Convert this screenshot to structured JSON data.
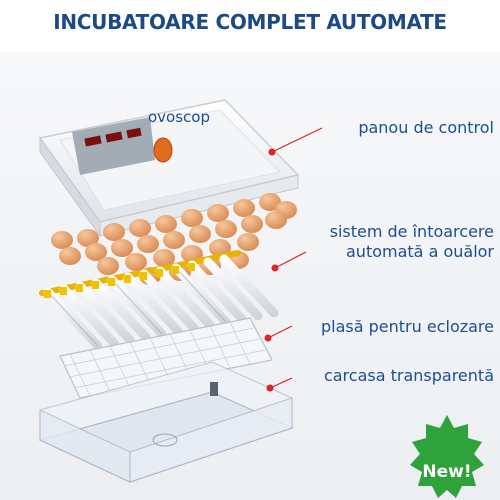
{
  "header": {
    "title": "INCUBATOARE COMPLET AUTOMATE"
  },
  "labels": {
    "ovoscop": "ovoscop",
    "control_panel": "panou de control",
    "turning_line1": "sistem de întoarcere",
    "turning_line2": "automată a ouălor",
    "hatching_net": "plasă pentru eclozare",
    "housing": "carcasa transparentă"
  },
  "badge": {
    "text": "New!"
  },
  "colors": {
    "title": "#1b4a86",
    "label": "#1b4e96",
    "dot": "#e02424",
    "egg": "#e8a26e",
    "badge": "#2fa23c"
  }
}
